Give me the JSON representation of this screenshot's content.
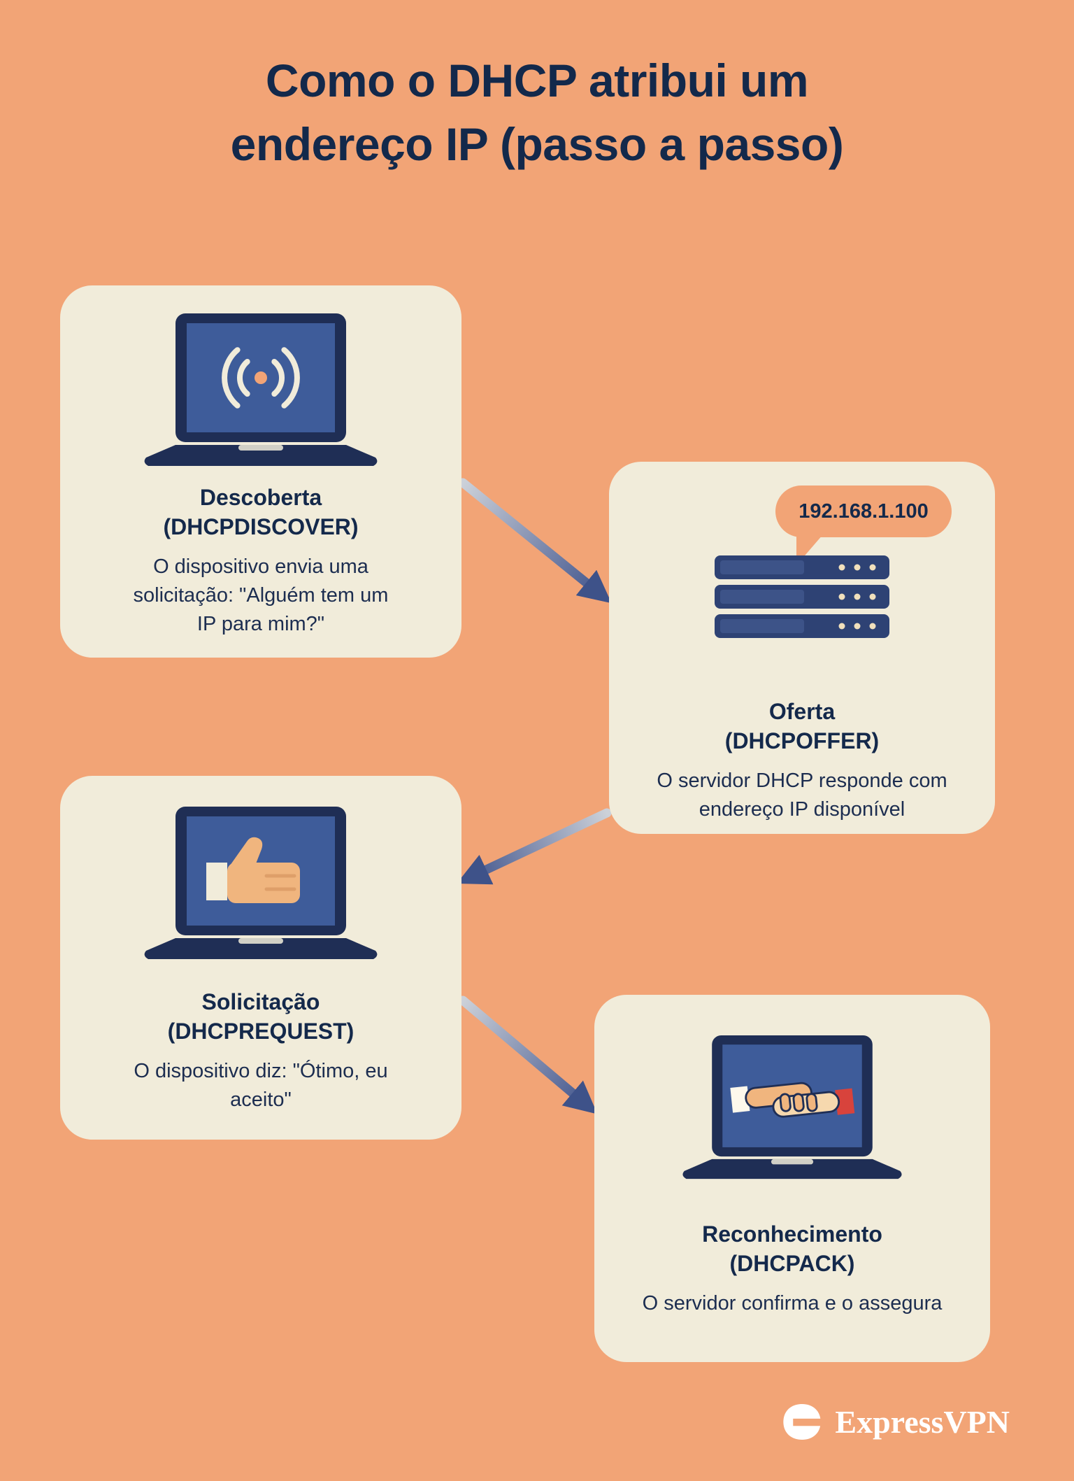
{
  "title": {
    "line1": "Como o DHCP atribui um",
    "line2": "endereço IP (passo a passo)"
  },
  "steps": [
    {
      "name": "Descoberta",
      "protocol": "(DHCPDISCOVER)",
      "description": "O dispositivo envia uma solicitação: \"Alguém tem um IP para mim?\"",
      "icon": "laptop-broadcast-icon"
    },
    {
      "name": "Oferta",
      "protocol": "(DHCPOFFER)",
      "description": "O servidor DHCP responde com endereço IP disponível",
      "ip_bubble": "192.168.1.100",
      "icon": "dhcp-server-icon"
    },
    {
      "name": "Solicitação",
      "protocol": "(DHCPREQUEST)",
      "description": "O dispositivo diz: \"Ótimo, eu aceito\"",
      "icon": "laptop-thumbs-up-icon"
    },
    {
      "name": "Reconhecimento",
      "protocol": "(DHCPACK)",
      "description": "O servidor confirma e o assegura",
      "icon": "laptop-handshake-icon"
    }
  ],
  "footer": {
    "brand": "ExpressVPN"
  },
  "colors": {
    "background": "#F2A476",
    "card": "#F1ECDA",
    "text_navy": "#14294B",
    "laptop_frame": "#1F2E55",
    "screen_blue": "#3E5C9A",
    "hand_tan": "#F0B57E",
    "hand_light": "#F6D8AE",
    "cuff_red": "#D8433C",
    "arrow_tail": "#CCD1D9",
    "arrow_head": "#41548C"
  }
}
